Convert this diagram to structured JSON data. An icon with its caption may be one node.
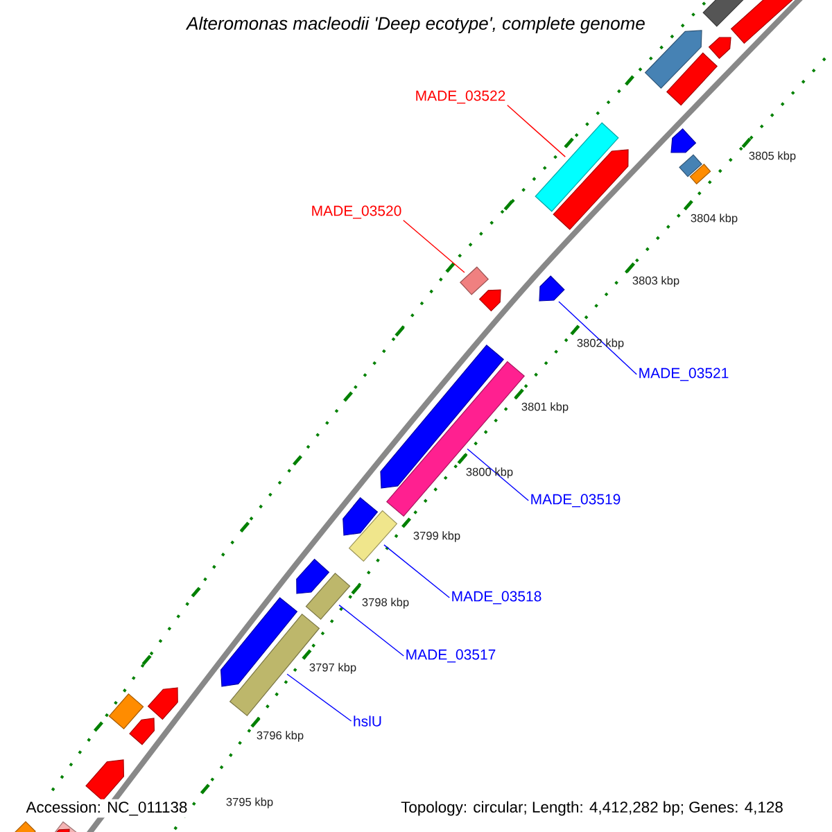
{
  "diagram": {
    "title": "Alteromonas macleodii 'Deep ecotype', complete genome",
    "nodes": [
      {
        "text": [
          "MADE_03522"
        ]
      },
      {
        "text": [],
        "shape": "bar"
      },
      {
        "text": [
          "MADE_03520"
        ]
      },
      {
        "text": [],
        "shape": "bar"
      },
      {
        "text": [
          "MADE_03521"
        ]
      },
      {
        "text": [],
        "shape": "bar"
      },
      {
        "text": [
          "MADE_03519"
        ]
      },
      {
        "text": [],
        "shape": "bar"
      },
      {
        "text": [
          "MADE_03518"
        ]
      },
      {
        "text": [],
        "shape": "bar"
      },
      {
        "text": [
          "MADE_03517"
        ]
      },
      {
        "text": [],
        "shape": "bar"
      },
      {
        "text": [
          "hslU"
        ]
      },
      {
        "text": [],
        "shape": "bar"
      },
      {
        "text": [],
        "shape": "bar"
      },
      {
        "text": [],
        "shape": "bar"
      },
      {
        "text": [],
        "shape": "bar"
      },
      {
        "text": [],
        "shape": "bar"
      },
      {
        "text": [],
        "shape": "bar"
      },
      {
        "text": [],
        "shape": "bar"
      },
      {
        "text": [],
        "shape": "bar"
      },
      {
        "text": [],
        "shape": "bar"
      },
      {
        "text": [],
        "shape": "bar"
      },
      {
        "text": [],
        "shape": "bar"
      },
      {
        "text": [],
        "shape": "bar"
      },
      {
        "text": [],
        "shape": "bar"
      },
      {
        "text": [],
        "shape": "bar"
      },
      {
        "text": [],
        "shape": "bar"
      },
      {
        "text": [],
        "shape": "bar"
      },
      {
        "text": [],
        "shape": "bar"
      },
      {
        "text": [],
        "shape": "bar"
      },
      {
        "text": [],
        "shape": "bar"
      },
      {
        "text": [],
        "shape": "bar"
      },
      {
        "text": [],
        "shape": "bar"
      },
      {
        "text": [],
        "shape": "bar"
      }
    ],
    "edges": [
      {
        "from": 0,
        "to": 1,
        "arrow": "none",
        "color": "#ff0000"
      },
      {
        "from": 2,
        "to": 3,
        "arrow": "none",
        "color": "#ff0000"
      },
      {
        "from": 4,
        "to": 5,
        "arrow": "none"
      },
      {
        "from": 6,
        "to": 7,
        "arrow": "none"
      },
      {
        "from": 8,
        "to": 9,
        "arrow": "none"
      },
      {
        "from": 10,
        "to": 11,
        "arrow": "none"
      },
      {
        "from": 12,
        "to": 13,
        "arrow": "none"
      }
    ],
    "labels": [
      "3805 kbp",
      "3804 kbp",
      "3803 kbp",
      "3802 kbp",
      "3801 kbp",
      "3800 kbp",
      "3799 kbp",
      "3798 kbp",
      "3797 kbp",
      "3796 kbp",
      "3795 kbp",
      "Accession: NC_011138",
      "Topology: circular; Length: 4,412,282 bp; Genes: 4,128"
    ]
  }
}
